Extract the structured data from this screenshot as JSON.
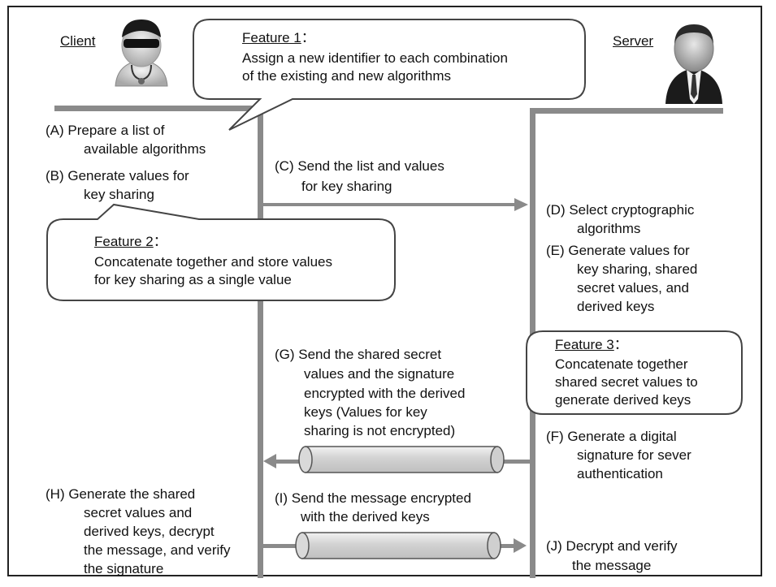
{
  "client_label": "Client",
  "server_label": "Server",
  "feature1": {
    "title": "Feature 1",
    "colon": "：",
    "lines": [
      "Assign a new identifier to each combination",
      "of the existing and new algorithms"
    ]
  },
  "feature2": {
    "title": "Feature 2",
    "colon": "：",
    "lines": [
      "Concatenate together and store values",
      "for key sharing as a single value"
    ]
  },
  "feature3": {
    "title": "Feature 3",
    "colon": "：",
    "lines": [
      "Concatenate together",
      "shared secret values to",
      "generate derived keys"
    ]
  },
  "steps": {
    "A": [
      "(A) Prepare a list of",
      "available algorithms"
    ],
    "B": [
      "(B) Generate values for",
      "key sharing"
    ],
    "C": [
      "(C) Send the list and values",
      "for key sharing"
    ],
    "D": [
      "(D) Select cryptographic",
      "algorithms"
    ],
    "E": [
      "(E) Generate values for",
      "key sharing, shared",
      "secret values, and",
      "derived keys"
    ],
    "G": [
      "(G) Send the shared secret",
      "values and the signature",
      "encrypted with the derived",
      "keys (Values for key",
      "sharing is not encrypted)"
    ],
    "F": [
      "(F) Generate a digital",
      "signature for sever",
      "authentication"
    ],
    "H": [
      "(H) Generate the shared",
      "secret values and",
      "derived keys, decrypt",
      "the message, and verify",
      "the signature"
    ],
    "I": [
      "(I) Send the message encrypted",
      "with the derived keys"
    ],
    "J": [
      "(J) Decrypt and verify",
      "the message"
    ]
  },
  "colors": {
    "line": "#8a8a8a",
    "tunnel": "#d6d6d6",
    "border": "#333333"
  },
  "icons": {
    "client": "doctor-avatar-icon",
    "server": "businessman-avatar-icon"
  }
}
